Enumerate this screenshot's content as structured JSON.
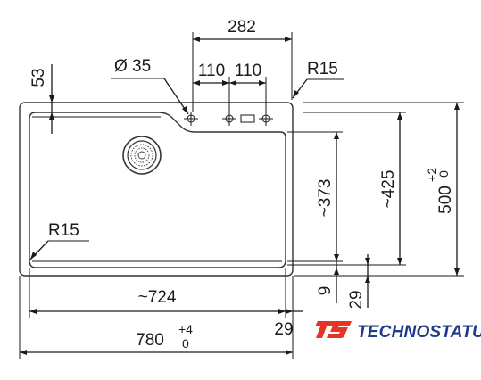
{
  "dimensions": {
    "top_width": "282",
    "hole_diameter": "Ø 35",
    "spacing_left": "110",
    "spacing_right": "110",
    "corner_radius_top": "R15",
    "corner_radius_bottom": "R15",
    "ledge_height": "53",
    "bowl_depth": "~373",
    "inner_depth": "~425",
    "outer_depth": "500",
    "outer_depth_tol_upper": "+2",
    "outer_depth_tol_lower": "0",
    "offset_small": "9",
    "offset_bottom": "29",
    "inner_width": "~724",
    "side_offset": "29",
    "overall_width": "780",
    "overall_width_tol_upper": "+4",
    "overall_width_tol_lower": "0"
  },
  "logo": {
    "brand": "TECHNOSTATUS",
    "accent_color": "#e63323",
    "text_color": "#1e3a8a"
  }
}
